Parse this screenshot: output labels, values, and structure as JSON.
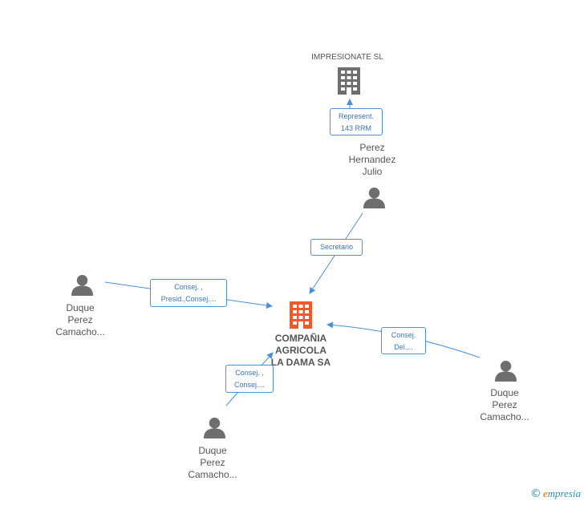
{
  "nodes": {
    "impresionate": {
      "label": "IMPRESIONATE SL",
      "icon": "building-icon",
      "color": "#6e6e6e"
    },
    "perez_hernandez": {
      "label": "Perez\nHernandez\nJulio",
      "icon": "person-icon",
      "color": "#6e6e6e"
    },
    "compania": {
      "label": "COMPAÑIA\nAGRICOLA\nLA DAMA SA",
      "icon": "building-icon",
      "color": "#f05a28"
    },
    "duque_left": {
      "label": "Duque\nPerez\nCamacho...",
      "icon": "person-icon",
      "color": "#6e6e6e"
    },
    "duque_bottom": {
      "label": "Duque\nPerez\nCamacho...",
      "icon": "person-icon",
      "color": "#6e6e6e"
    },
    "duque_right": {
      "label": "Duque\nPerez\nCamacho...",
      "icon": "person-icon",
      "color": "#6e6e6e"
    }
  },
  "edges": {
    "represent": {
      "label": "Represent.\n143 RRM"
    },
    "secretario": {
      "label": "Secretario"
    },
    "consej_presid": {
      "label": "Consej. ,\nPresid.,Consej...."
    },
    "consej_consej": {
      "label": "Consej. ,\nConsej...."
    },
    "consej_del": {
      "label": "Consej.\nDel...."
    }
  },
  "edge_color": "#4a90d9",
  "watermark": {
    "copyright": "©",
    "brand_initial": "e",
    "brand_rest": "mpresia"
  }
}
